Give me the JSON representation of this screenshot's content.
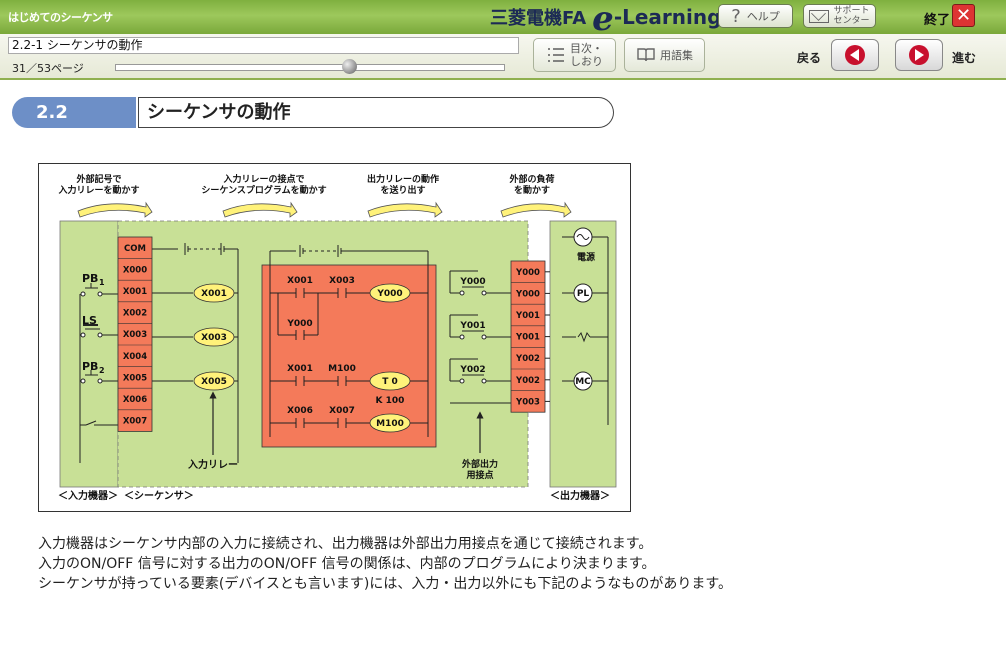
{
  "header": {
    "course_title": "はじめてのシーケンサ",
    "brand_company": "三菱電機FA",
    "brand_e": "e",
    "brand_learning": "-Learning",
    "help_label": "ヘルプ",
    "support_label_1": "サポート",
    "support_label_2": "センター",
    "quit_label": "終了"
  },
  "toolbar": {
    "page_title": "2.2-1 シーケンサの動作",
    "page_count": "31／53ページ",
    "progress": 0.6,
    "toc_label_1": "目次・",
    "toc_label_2": "しおり",
    "glossary_label": "用語集",
    "back_label": "戻る",
    "next_label": "進む"
  },
  "section": {
    "number": "2.2",
    "title": "シーケンサの動作"
  },
  "diagram": {
    "captions": {
      "step1_line1": "外部記号で",
      "step1_line2": "入力リレーを動かす",
      "step2_line1": "入力リレーの接点で",
      "step2_line2": "シーケンスプログラムを動かす",
      "step3_line1": "出力リレーの動作",
      "step3_line2": "を送り出す",
      "step4_line1": "外部の負荷",
      "step4_line2": "を動かす"
    },
    "input_devices": {
      "pb1": "PB",
      "pb1_sub": "1",
      "ls": "LS",
      "pb2": "PB",
      "pb2_sub": "2"
    },
    "input_terminals": [
      "COM",
      "X000",
      "X001",
      "X002",
      "X003",
      "X004",
      "X005",
      "X006",
      "X007"
    ],
    "input_relays": [
      "X001",
      "X003",
      "X005"
    ],
    "input_relay_label": "入力リレー",
    "program": {
      "r1_c1": "X001",
      "r1_c2": "X003",
      "r1_coil": "Y000",
      "r2_c1": "Y000",
      "r3_c1": "X001",
      "r3_c2": "M100",
      "r3_coil": "T 0",
      "r3_k": "K 100",
      "r4_c1": "X006",
      "r4_c2": "X007",
      "r4_coil": "M100"
    },
    "output_contacts": [
      "Y000",
      "Y001",
      "Y002"
    ],
    "output_terminals": [
      "Y000",
      "Y000",
      "Y001",
      "Y001",
      "Y002",
      "Y002",
      "Y003"
    ],
    "output_contact_label_1": "外部出力",
    "output_contact_label_2": "用接点",
    "loads": {
      "power": "電源",
      "pl": "PL",
      "mc": "MC"
    },
    "bottom_labels": {
      "input_device": "＜入力機器＞",
      "sequencer": "＜シーケンサ＞",
      "output_device": "＜出力機器＞"
    }
  },
  "body": {
    "line1": "入力機器はシーケンサ内部の入力に接続され、出力機器は外部出力用接点を通じて接続されます。",
    "line2": "入力のON/OFF 信号に対する出力のON/OFF 信号の関係は、内部のプログラムにより決まります。",
    "line3": "シーケンサが持っている要素(デバイスとも言います)には、入力・出力以外にも下記のようなものがあります。"
  },
  "colors": {
    "header_green": "#8fbd4f",
    "section_blue": "#6d8fc7",
    "panel_green": "#c8e096",
    "relay_red": "#f47a5a",
    "coil_yellow": "#fff27a",
    "nav_red": "#c8102e"
  }
}
